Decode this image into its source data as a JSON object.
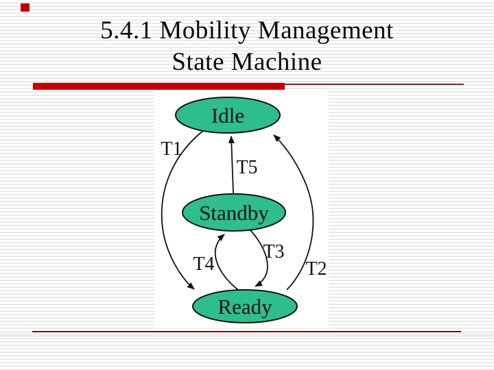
{
  "slide": {
    "title": {
      "line1": "5.4.1 Mobility Management",
      "line2": "State Machine"
    }
  },
  "colors": {
    "accent_bar": "#c80000",
    "marker_square": "#c00000",
    "thin_line_top": "#8b2121",
    "footer_line": "#4a1a1a",
    "state_fill": "#2ebe8e",
    "stroke": "#111111"
  },
  "diagram": {
    "states": [
      {
        "id": "idle",
        "label": "Idle"
      },
      {
        "id": "standby",
        "label": "Standby"
      },
      {
        "id": "ready",
        "label": "Ready"
      }
    ],
    "transitions": [
      {
        "id": "t1",
        "label": "T1",
        "from": "Idle",
        "to": "Ready"
      },
      {
        "id": "t2",
        "label": "T2",
        "from": "Ready",
        "to": "Idle"
      },
      {
        "id": "t3",
        "label": "T3",
        "from": "Standby",
        "to": "Ready"
      },
      {
        "id": "t4",
        "label": "T4",
        "from": "Ready",
        "to": "Standby"
      },
      {
        "id": "t5",
        "label": "T5",
        "from": "Standby",
        "to": "Idle"
      }
    ]
  }
}
